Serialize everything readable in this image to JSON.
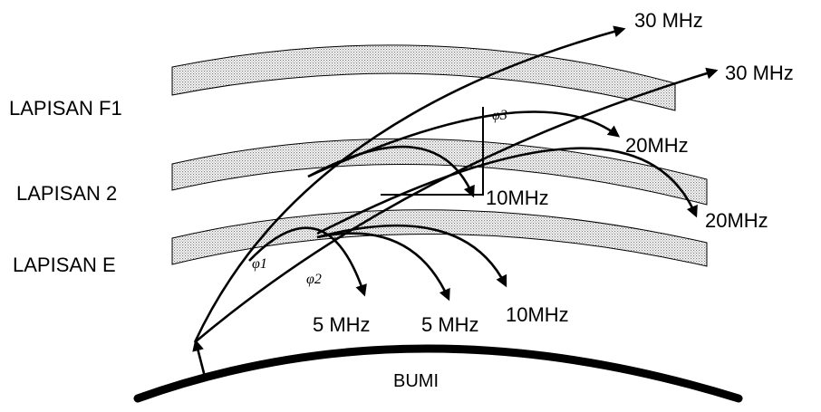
{
  "diagram": {
    "layers": {
      "f1": "LAPISAN F1",
      "two": "LAPISAN 2",
      "e": "LAPISAN E"
    },
    "ground": "BUMI",
    "angles": {
      "phi1": "φ1",
      "phi2": "φ2",
      "phi3": "φ3"
    },
    "frequencies": {
      "f30_top": "30 MHz",
      "f30_right": "30 MHz",
      "f20_upper": "20MHz",
      "f20_right": "20MHz",
      "f10_mid": "10MHz",
      "f10_low": "10MHz",
      "f5_left": "5 MHz",
      "f5_mid": "5 MHz"
    },
    "colors": {
      "line": "#000000",
      "layer_fill": "#d6d6d6"
    }
  }
}
